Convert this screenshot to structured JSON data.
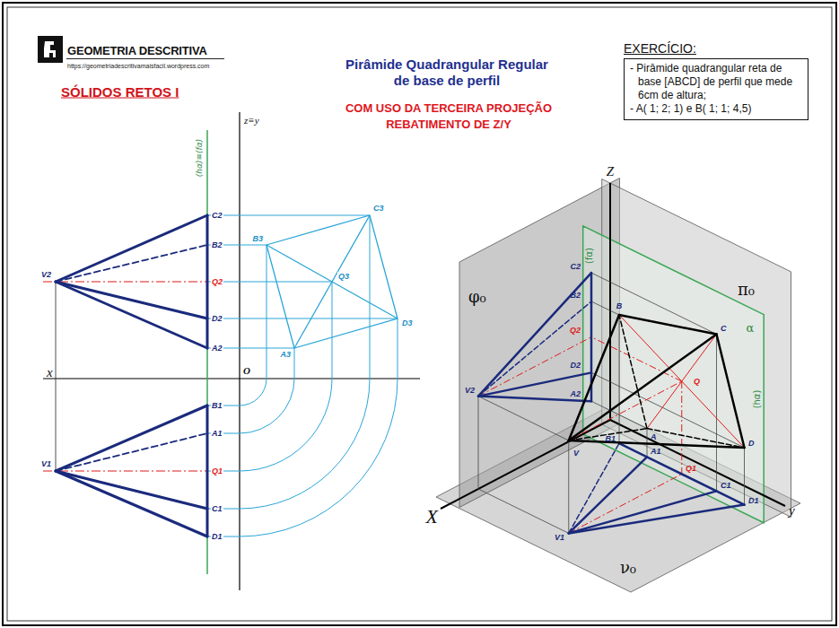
{
  "diagram": {
    "title": "Pirâmide Quadrangular Regular de base de perfil",
    "nodes": [
      {
        "text": [
          "EXERCÍCIO:",
          "- Pirâmide quadrangular reta de base [ABCD] de perfil que mede 6cm de altura;",
          "- A( 1; 2; 1) e B( 1; 1; 4,5)"
        ]
      }
    ],
    "labels": [
      "GEOMETRIA DESCRITIVA",
      "https://geometriadescritivamaisfacil.wordpress.com",
      "SÓLIDOS RETOS I",
      "COM USO DA TERCEIRA PROJEÇÃO REBATIMENTO DE Z/Y",
      "z≡y",
      "(hα)≡(fα)",
      "x",
      "O",
      "C2",
      "B2",
      "Q2",
      "D2",
      "A2",
      "V2",
      "B1",
      "A1",
      "Q1",
      "C1",
      "D1",
      "V1",
      "B3",
      "C3",
      "Q3",
      "D3",
      "A3",
      "Z",
      "φ₀",
      "π₀",
      "(fα)",
      "α",
      "(hα)",
      "ν₀",
      "X",
      "y",
      "C2",
      "B2",
      "Q2",
      "D2",
      "A2",
      "V2",
      "B",
      "C",
      "Q",
      "D",
      "A",
      "V",
      "B1",
      "A1",
      "Q1",
      "C1",
      "D1",
      "V1"
    ]
  }
}
